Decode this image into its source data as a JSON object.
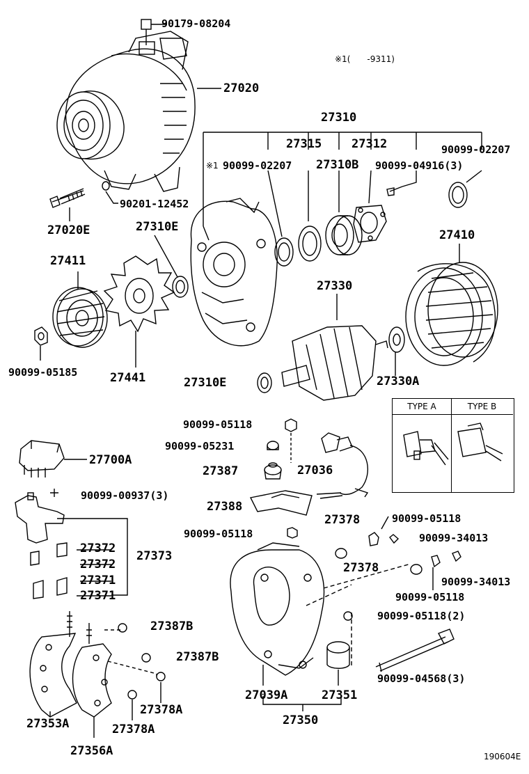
{
  "note": "※1(　　-9311)",
  "note_mark": "※1",
  "diagram_code": "190604E",
  "type_table": {
    "type_a": "TYPE A",
    "type_b": "TYPE B"
  },
  "parts": {
    "p90179_08204": "90179-08204",
    "p27020": "27020",
    "p27310": "27310",
    "p27315": "27315",
    "p27312": "27312",
    "p90099_02207_a": "90099-02207",
    "p90099_02207_b": "90099-02207",
    "p27310B": "27310B",
    "p90099_04916": "90099-04916(3)",
    "p90201_12452": "90201-12452",
    "p27020E": "27020E",
    "p27310E_top": "27310E",
    "p27410": "27410",
    "p27411": "27411",
    "p27330": "27330",
    "p90099_05185": "90099-05185",
    "p27441": "27441",
    "p27310E_bottom": "27310E",
    "p27330A": "27330A",
    "p90099_05118_a": "90099-05118",
    "p90099_05231": "90099-05231",
    "p27700A": "27700A",
    "p27387": "27387",
    "p27036": "27036",
    "p90099_00937": "90099-00937(3)",
    "p27388": "27388",
    "p90099_05118_b": "90099-05118",
    "p27378_a": "27378",
    "p90099_05118_c": "90099-05118",
    "p90099_34013_a": "90099-34013",
    "p27372_a": "27372",
    "p27373": "27373",
    "p27372_b": "27372",
    "p27378_b": "27378",
    "p90099_34013_b": "90099-34013",
    "p27371_a": "27371",
    "p90099_05118_d": "90099-05118",
    "p27371_b": "27371",
    "p90099_05118_2": "90099-05118(2)",
    "p27387B_a": "27387B",
    "p27387B_b": "27387B",
    "p90099_04568": "90099-04568(3)",
    "p27378A_a": "27378A",
    "p27039A": "27039A",
    "p27351": "27351",
    "p27353A": "27353A",
    "p27378A_b": "27378A",
    "p27350": "27350",
    "p27356A": "27356A"
  }
}
